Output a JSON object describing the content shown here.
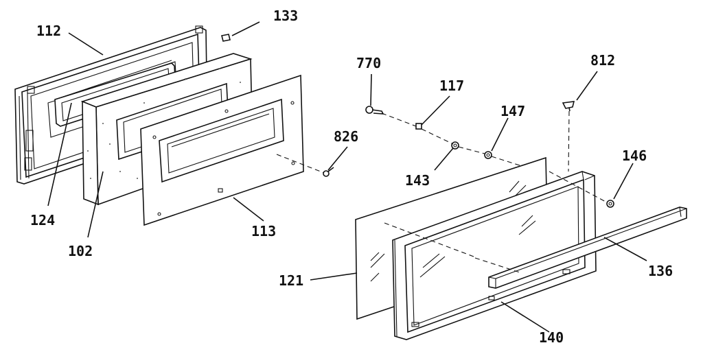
{
  "diagram": {
    "callouts": [
      {
        "id": "c112",
        "text": "112"
      },
      {
        "id": "c133",
        "text": "133"
      },
      {
        "id": "c124",
        "text": "124"
      },
      {
        "id": "c102",
        "text": "102"
      },
      {
        "id": "c113",
        "text": "113"
      },
      {
        "id": "c826",
        "text": "826"
      },
      {
        "id": "c770",
        "text": "770"
      },
      {
        "id": "c117",
        "text": "117"
      },
      {
        "id": "c147",
        "text": "147"
      },
      {
        "id": "c812",
        "text": "812"
      },
      {
        "id": "c143",
        "text": "143"
      },
      {
        "id": "c146",
        "text": "146"
      },
      {
        "id": "c121",
        "text": "121"
      },
      {
        "id": "c136",
        "text": "136"
      },
      {
        "id": "c140",
        "text": "140"
      }
    ]
  }
}
